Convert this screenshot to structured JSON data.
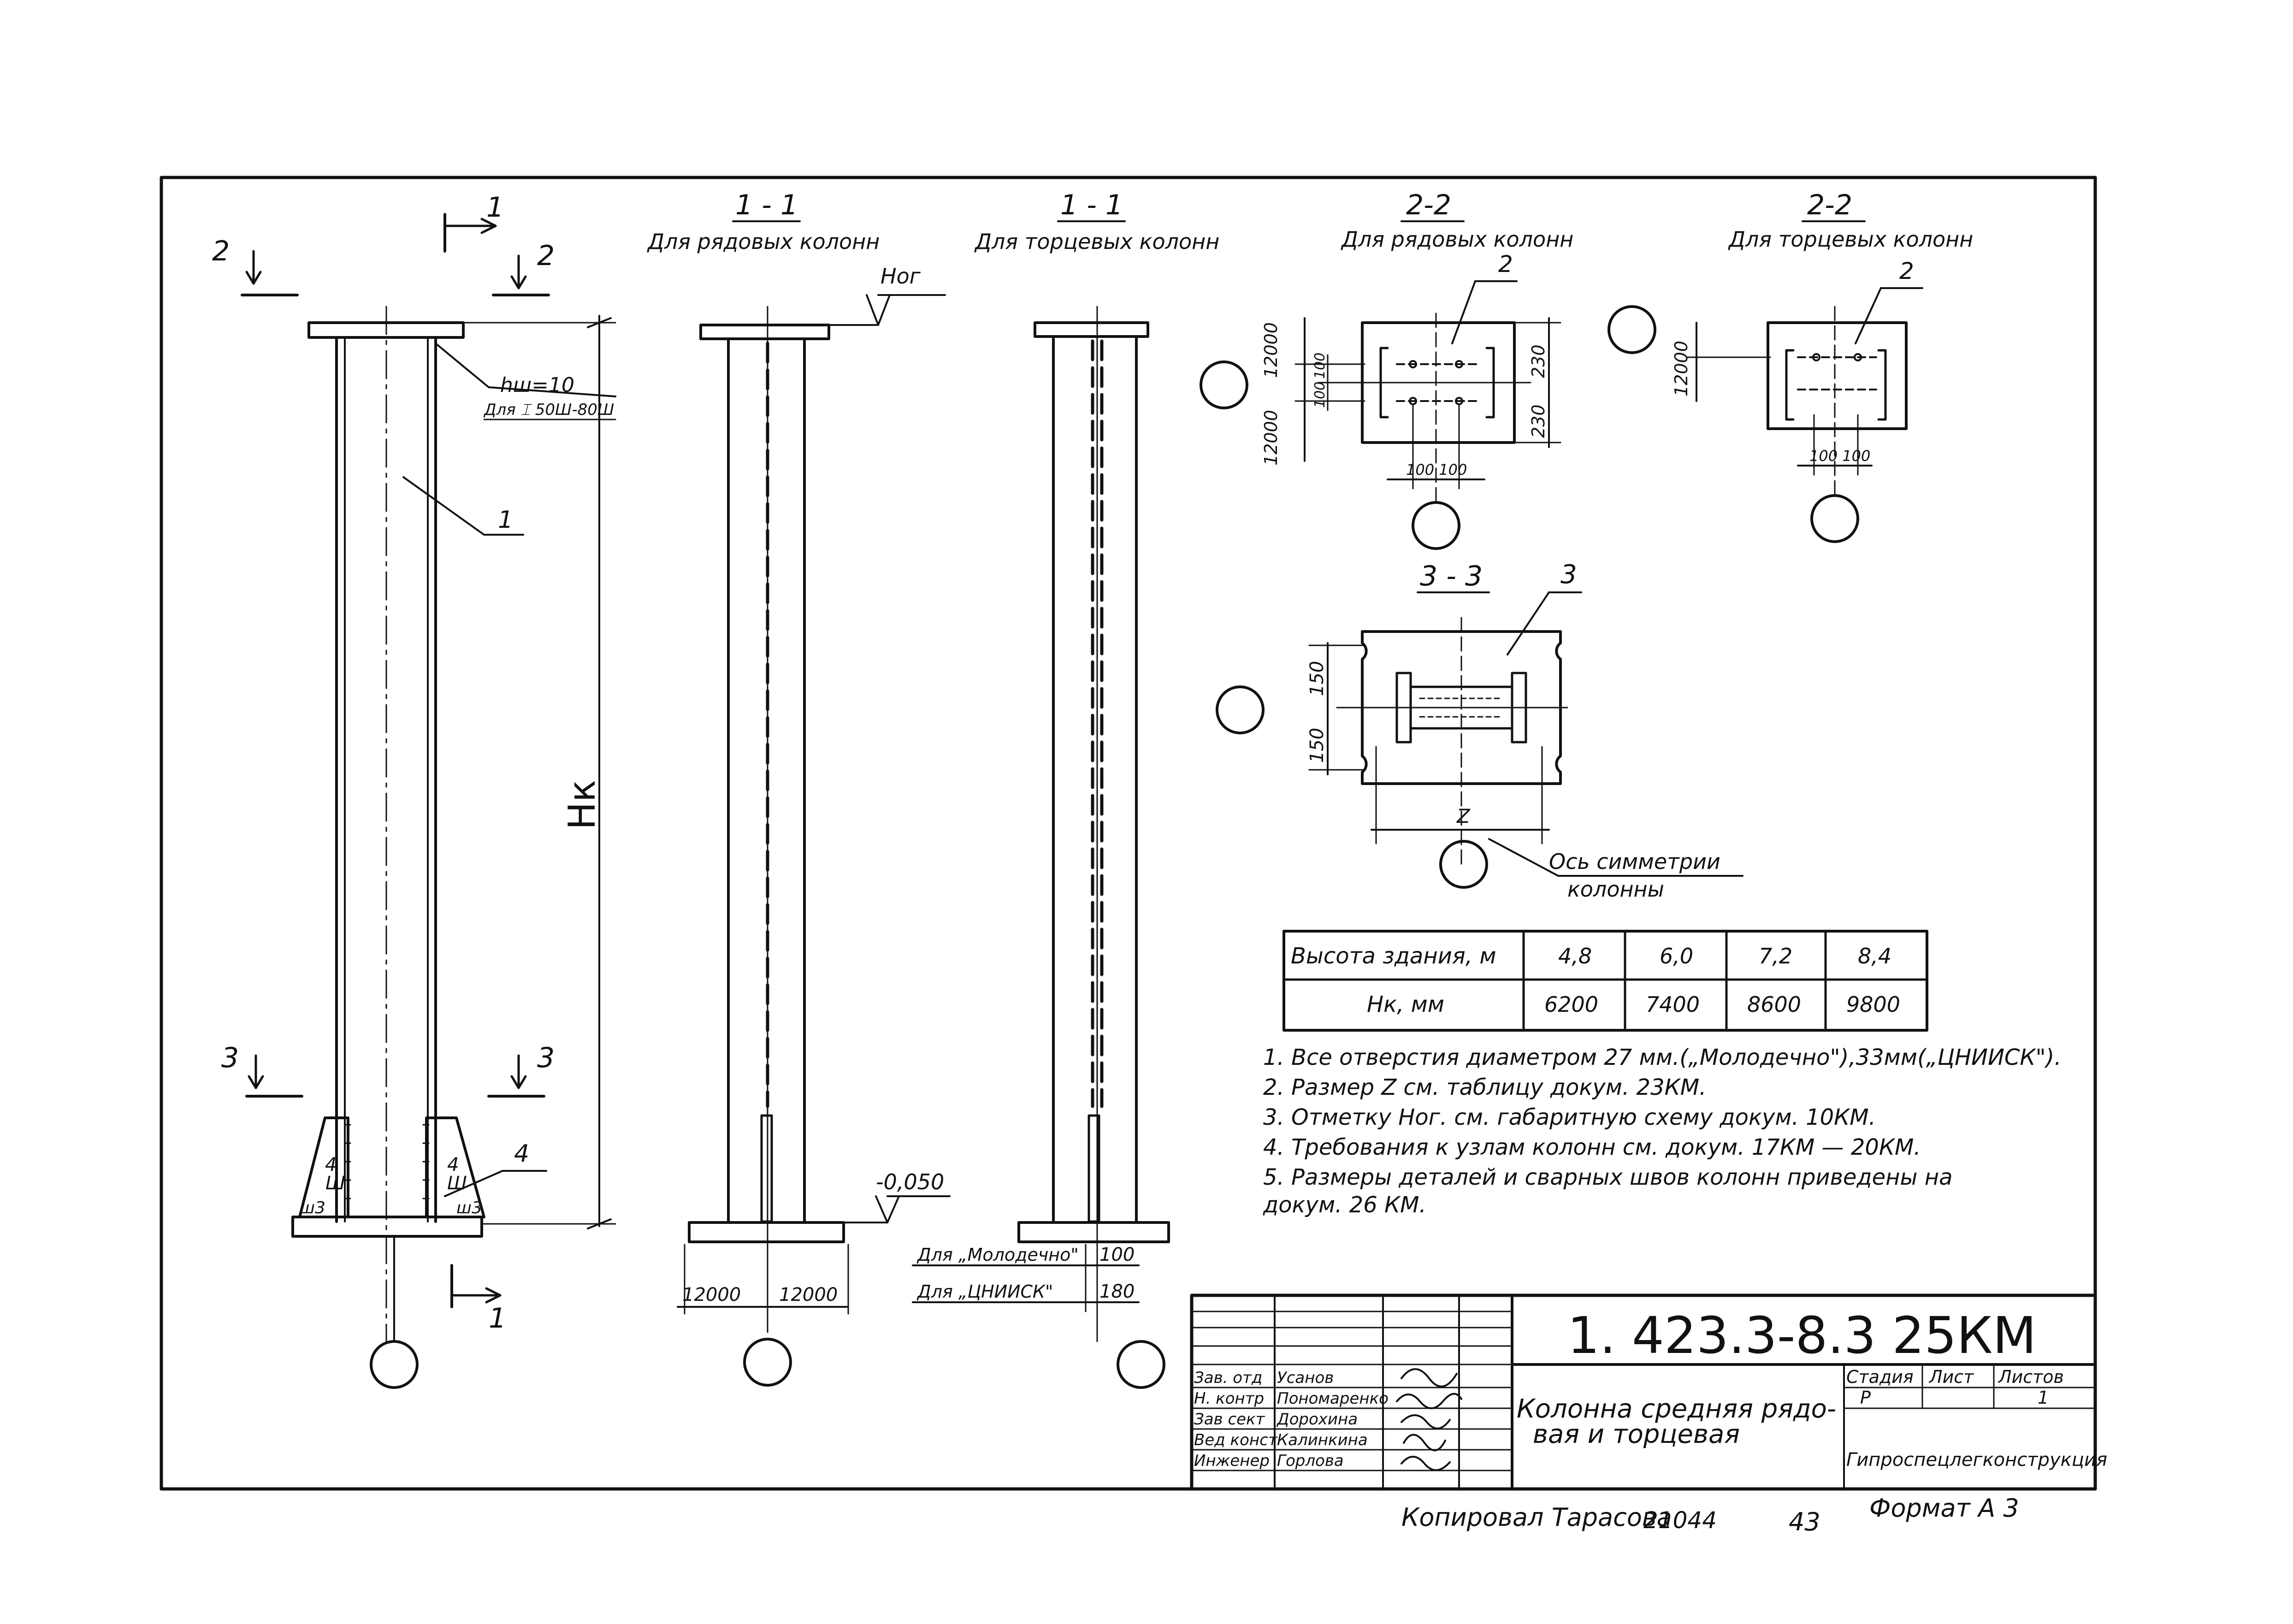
{
  "colors": {
    "ink": "#111111",
    "paper": "#ffffff"
  },
  "view_main": {
    "section_marks": [
      "1",
      "2",
      "2",
      "3",
      "3",
      "1"
    ],
    "weld_label_top": "hш=10",
    "weld_label_note": "Для ⌶ 50Ш-80Ш",
    "callout_1": "1",
    "callout_4": "4",
    "height_label": "Hк",
    "base_marks": [
      "4",
      "Ш",
      "ш3",
      "4",
      "Ш",
      "ш3"
    ]
  },
  "section_1_1_row": {
    "number": "1 - 1",
    "caption": "Для рядовых колонн",
    "mark_top": "Hог",
    "mark_bottom": "-0,050",
    "dim_left": "12000",
    "dim_right": "12000"
  },
  "section_1_1_end": {
    "number": "1 - 1",
    "caption": "Для торцевых колонн",
    "dim_molodechno_label": "Для „Молодечно\"",
    "dim_molodechno_value": "100",
    "dim_cniisk_label": "Для „ЦНИИСК\"",
    "dim_cniisk_value": "180"
  },
  "section_2_2_row": {
    "number": "2-2",
    "caption": "Для рядовых колонн",
    "callout": "2",
    "dim_axis_top": "12000",
    "dim_axis_bottom": "12000",
    "dim_100_a": "100",
    "dim_100_b": "100",
    "dim_230_a": "230",
    "dim_230_b": "230",
    "dim_bottom": "100 100"
  },
  "section_2_2_end": {
    "number": "2-2",
    "caption": "Для торцевых колонн",
    "callout": "2",
    "dim_axis": "12000",
    "dim_bottom": "100 100"
  },
  "section_3_3": {
    "number": "3 - 3",
    "callout": "3",
    "dim_150_a": "150",
    "dim_150_b": "150",
    "dim_z": "Z",
    "axis_note_line1": "Ось симметрии",
    "axis_note_line2": "колонны"
  },
  "height_table": {
    "row_header_1": "Высота здания, м",
    "row_header_2": "Hк, мм",
    "heights": [
      "4,8",
      "6,0",
      "7,2",
      "8,4"
    ],
    "hk_values": [
      "6200",
      "7400",
      "8600",
      "9800"
    ]
  },
  "notes": [
    "1. Все отверстия диаметром 27 мм.(„Молодечно\"),33мм(„ЦНИИСК\").",
    "2. Размер Z см. таблицу докум. 23КМ.",
    "3. Отметку  Hог.  см. габаритную схему докум. 10КМ.",
    "4. Требования  к узлам колонн см. докум. 17КМ — 20КМ.",
    "5. Размеры деталей и сварных швов колонн приведены на",
    "   докум. 26 КМ."
  ],
  "title_block": {
    "drawing_code": "1. 423.3-8.3  25КМ",
    "title_line1": "Колонна средняя рядо-",
    "title_line2": "вая и торцевая",
    "stage_header": "Стадия",
    "sheet_header": "Лист",
    "sheets_header": "Листов",
    "stage_value": "Р",
    "sheets_value": "1",
    "organization": "Гипроспецлегконструкция",
    "staff": [
      {
        "role": "Зав. отд",
        "name": "Усанов"
      },
      {
        "role": "Н. контр",
        "name": "Пономаренко"
      },
      {
        "role": "Зав сект",
        "name": "Дорохина"
      },
      {
        "role": "Вед конст",
        "name": "Калинкина"
      },
      {
        "role": "Инженер",
        "name": "Горлова"
      }
    ]
  },
  "footer": {
    "copied_by": "Копировал  Тарасова",
    "order_number": "21044",
    "page_number": "43",
    "format": "Формат А 3"
  }
}
